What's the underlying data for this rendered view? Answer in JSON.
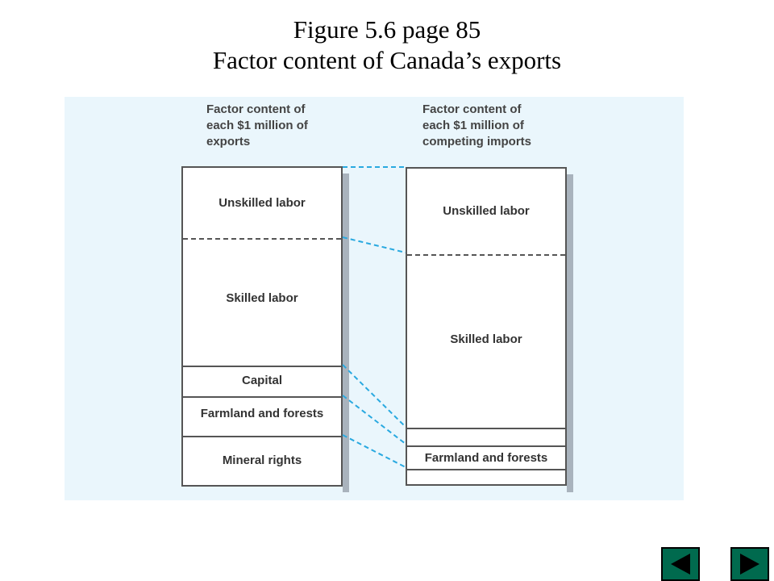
{
  "title": {
    "line1": "Figure 5.6 page 85",
    "line2": "Factor content of Canada’s exports"
  },
  "diagram": {
    "exports": {
      "header": "Factor content of\neach $1 million of\nexports",
      "segments": [
        "Unskilled labor",
        "Skilled labor",
        "Capital",
        "Farmland and forests",
        "Mineral rights"
      ]
    },
    "imports": {
      "header": "Factor content of\neach $1 million of\ncompeting imports",
      "segments": [
        "Unskilled labor",
        "Skilled labor",
        "",
        "Farmland and forests",
        ""
      ]
    },
    "colors": {
      "panel": "#eaf6fc",
      "connector": "#29a9e0",
      "nav": "#006a4e"
    }
  },
  "nav": {
    "prev_icon": "triangle-left-icon",
    "next_icon": "triangle-right-icon"
  }
}
